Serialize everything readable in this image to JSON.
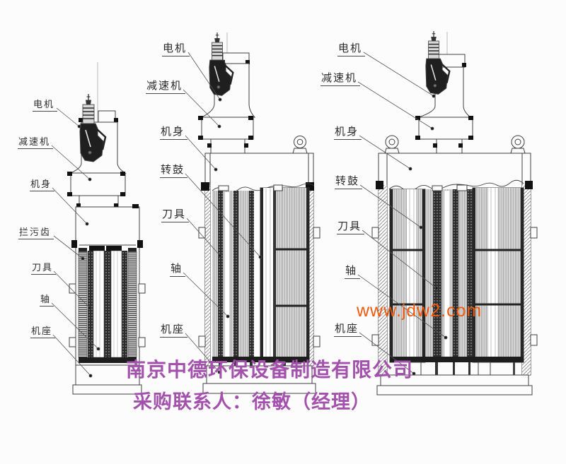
{
  "page": {
    "background": "#fcfcfc"
  },
  "machines": [
    {
      "id": "small",
      "labels": [
        "电机",
        "减速机",
        "机身",
        "拦污齿",
        "刀具",
        "轴",
        "机座"
      ]
    },
    {
      "id": "medium",
      "labels": [
        "电机",
        "减速机",
        "机身",
        "转鼓",
        "刀具",
        "轴",
        "机座"
      ]
    },
    {
      "id": "large",
      "labels": [
        "电机",
        "减速机",
        "机身",
        "转鼓",
        "刀具",
        "轴",
        "机座"
      ]
    }
  ],
  "watermark": {
    "text": "www.jdw2.com",
    "color": "#ee5a0e"
  },
  "footer": {
    "company": "南京中德环保设备制造有限公司",
    "contact": "采购联系人：徐敏（经理）",
    "color": "#a351ad"
  },
  "drawing": {
    "line_color": "#3f3f3f",
    "label_color": "#2b2b2b"
  }
}
